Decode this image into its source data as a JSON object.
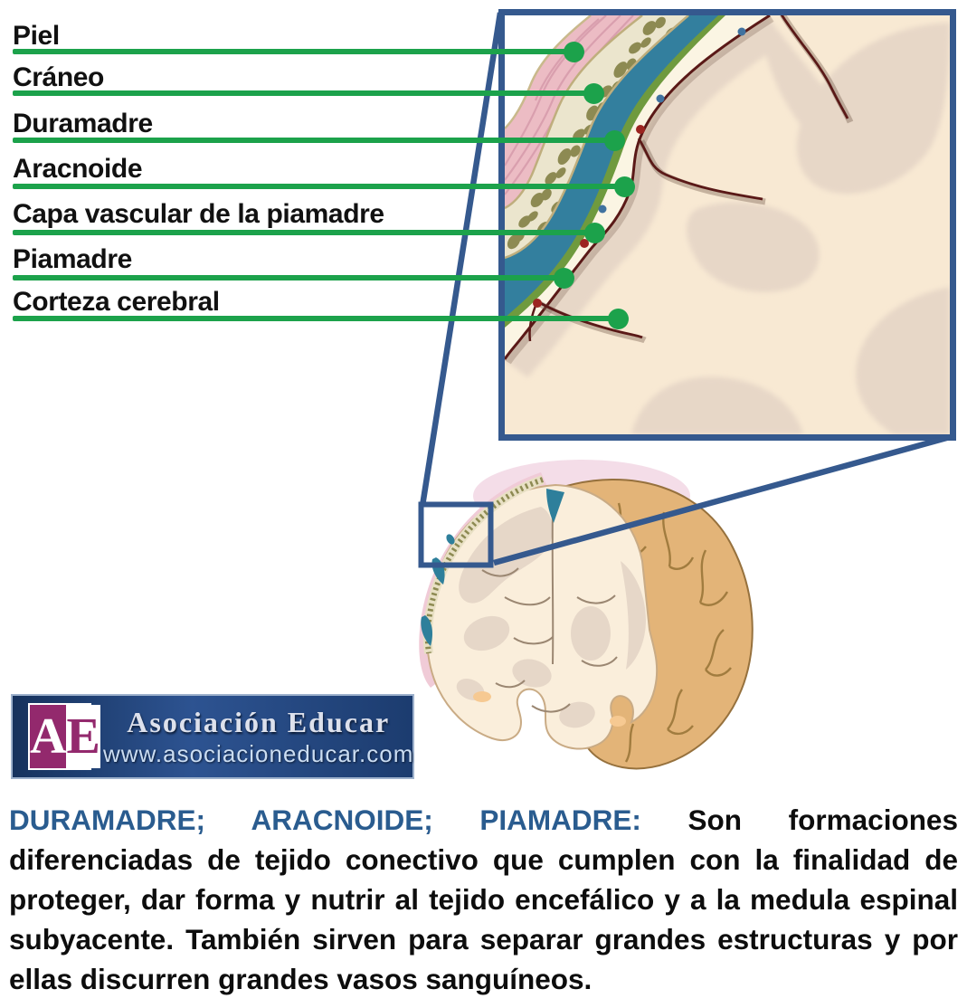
{
  "page": {
    "bg": "#ffffff"
  },
  "annotation": {
    "line_color": "#1CA24B",
    "labels": [
      {
        "text": "Piel"
      },
      {
        "text": "Cráneo"
      },
      {
        "text": "Duramadre"
      },
      {
        "text": "Aracnoide"
      },
      {
        "text": "Capa vascular de la piamadre"
      },
      {
        "text": "Piamadre"
      },
      {
        "text": "Corteza cerebral"
      }
    ]
  },
  "figure": {
    "callout_color": "#35598E",
    "palette": {
      "skin_pink": "#ECBCC4",
      "skull_bone": "#EBE5CD",
      "skull_spots": "#8D8A52",
      "dura_teal": "#337F9E",
      "arachnoid_green": "#6F9A3E",
      "csf_cream": "#FBF5E3",
      "cortex": "#F8E9D3",
      "gyri_shade": "#E7D7C7",
      "vessel_dark": "#5A1917",
      "artery_red": "#9C2420",
      "vein_blue": "#40729F",
      "hemisphere_tan": "#E3B478"
    }
  },
  "logo": {
    "initial_a": "A",
    "initial_b": "E",
    "name": "Asociación Educar",
    "website": "www.asociacioneducar.com",
    "purple": "#93296D",
    "navy": "#1B3766"
  },
  "caption": {
    "lead_color": "#2A5C8F",
    "line1_lead": "DURAMADRE; ARACNOIDE; PIAMADRE:",
    "line1_rest": "Son formaciones",
    "line2": "diferenciadas de tejido conectivo que cumplen con la finalidad de",
    "line3": "proteger, dar forma y nutrir al tejido encefálico y a la medula espinal",
    "line4": "subyacente. También sirven para separar grandes estructuras y por",
    "line5": "ellas discurren grandes vasos sanguíneos."
  }
}
